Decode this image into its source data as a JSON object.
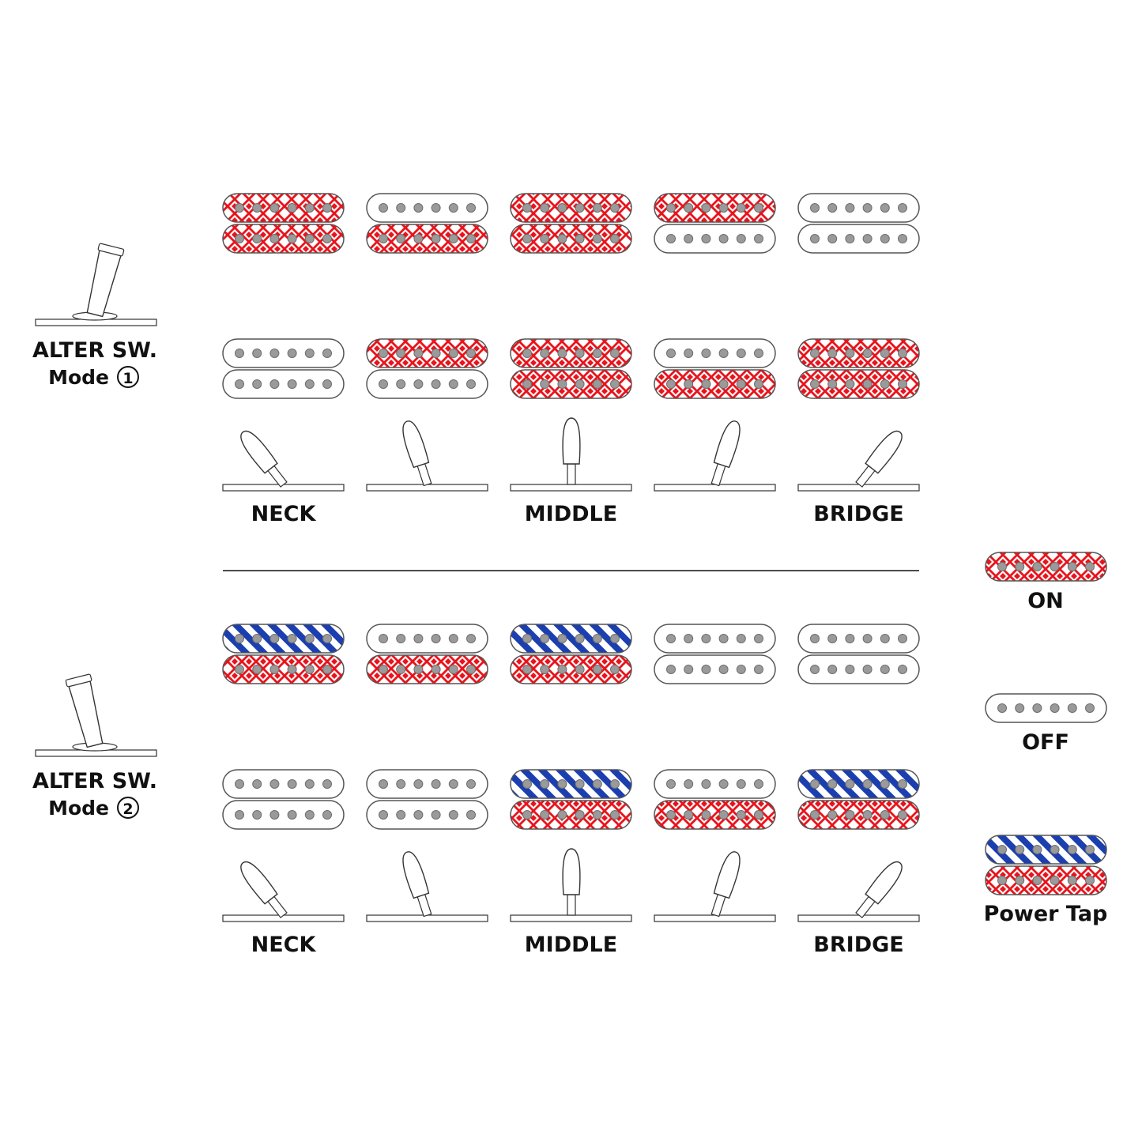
{
  "colors": {
    "on": "#e8141c",
    "tap": "#1c3fb0",
    "off": "#ffffff",
    "outline": "#555555",
    "pole": "#9a9a9a"
  },
  "modes": [
    {
      "title": "ALTER SW.",
      "mode_label": "Mode",
      "mode_number": "1",
      "rows": [
        [
          [
            "on",
            "on"
          ],
          [
            "off",
            "on"
          ],
          [
            "on",
            "on"
          ],
          [
            "on",
            "off"
          ],
          [
            "off",
            "off"
          ]
        ],
        [
          [
            "off",
            "off"
          ],
          [
            "on",
            "off"
          ],
          [
            "on",
            "on"
          ],
          [
            "off",
            "on"
          ],
          [
            "on",
            "on"
          ]
        ]
      ],
      "positions": [
        "NECK",
        "",
        "MIDDLE",
        "",
        "BRIDGE"
      ]
    },
    {
      "title": "ALTER SW.",
      "mode_label": "Mode",
      "mode_number": "2",
      "rows": [
        [
          [
            "tap",
            "on"
          ],
          [
            "off",
            "on"
          ],
          [
            "tap",
            "on"
          ],
          [
            "off",
            "off"
          ],
          [
            "off",
            "off"
          ]
        ],
        [
          [
            "off",
            "off"
          ],
          [
            "off",
            "off"
          ],
          [
            "tap",
            "on"
          ],
          [
            "off",
            "on"
          ],
          [
            "tap",
            "on"
          ]
        ]
      ],
      "positions": [
        "NECK",
        "",
        "MIDDLE",
        "",
        "BRIDGE"
      ]
    }
  ],
  "legend": {
    "on": "ON",
    "off": "OFF",
    "power_tap": "Power Tap"
  }
}
